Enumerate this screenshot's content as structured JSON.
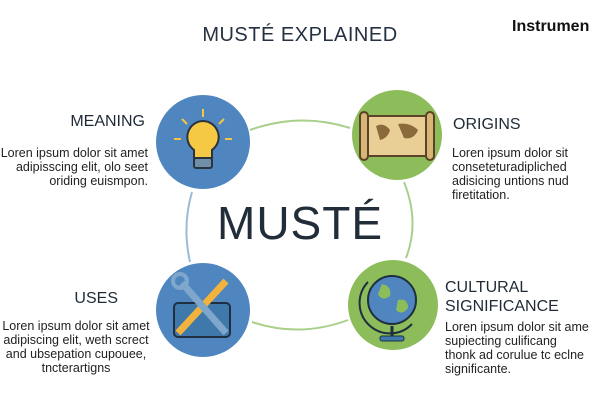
{
  "title": "MUSTÉ EXPLAINED",
  "corner_label": "Instrumen",
  "center_word": "MUSTÉ",
  "colors": {
    "blue": "#4f86bf",
    "green": "#8dbd5a",
    "ring": "#a9d08a",
    "ring_blue": "#9bbbd9"
  },
  "sections": [
    {
      "heading": "MEANING",
      "text": [
        "Loren ipsum dolor sit amet",
        "adipisscing elit, olo seet",
        "oriding euismpon."
      ],
      "icon": "lightbulb-icon"
    },
    {
      "heading": "ORIGINS",
      "text": [
        "Loren ipsum dolor sit",
        "conseteturadipliched",
        "adisicing untions nud",
        "firetitation."
      ],
      "icon": "map-scroll-icon"
    },
    {
      "heading": "USES",
      "text": [
        "Loren ipsum dolor sit amet",
        "adipiscing elit, weth screct",
        "and ubsepation cupouee,",
        "tncterartigns"
      ],
      "icon": "toolbox-icon"
    },
    {
      "heading": "CULTURAL SIGNIFICANCE",
      "heading_lines": [
        "CULTURAL",
        "SIGNIFICANCE"
      ],
      "text": [
        "Loren ipsum dolor sit ame",
        "supiecting culificang",
        "thonk ad corulue tc eclne",
        "significante."
      ],
      "icon": "globe-icon"
    }
  ]
}
